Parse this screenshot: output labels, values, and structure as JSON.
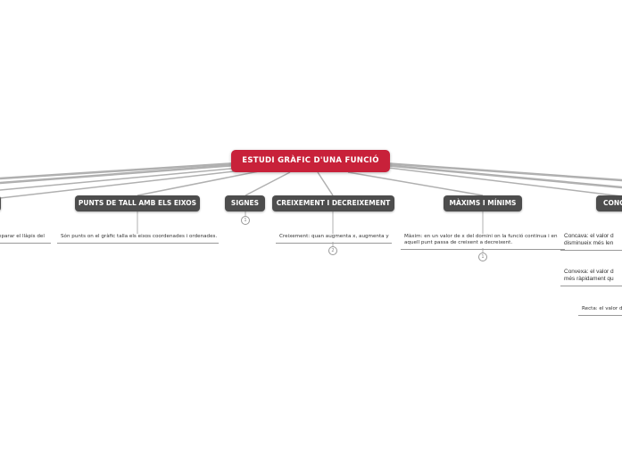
{
  "central": {
    "title": "ESTUDI GRÀFIC D'UNA FUNCIÓ",
    "color": "#c8213a"
  },
  "topics": [
    {
      "label": "PUNTS DE TALL AMB ELS EIXOS",
      "leaves": [
        "Són punts on el gràfic talla els eixos coordenades i ordenades."
      ]
    },
    {
      "label": "SIGNES",
      "badge": "1"
    },
    {
      "label": "CREIXEMENT I DECREIXEMENT",
      "leaves": [
        "Creixement: quan augmenta x, augmenta y"
      ],
      "badge": "2"
    },
    {
      "label": "MÀXIMS I MÍNIMS",
      "leaves": [
        "Màxim: en un valor de x del domini on la funció continua i en aquell punt passa de creixent a decreixent."
      ],
      "badge": "1"
    },
    {
      "label": "CONC",
      "leaves": [
        "Concava: el valor d",
        "disminueix més len",
        "Convexa: el valor d",
        "més ràpidament qu",
        "Recta: el valor d"
      ]
    }
  ],
  "left_partial": {
    "leaf": "eparar el llàpis del"
  },
  "node_color": "#4d4d4d"
}
